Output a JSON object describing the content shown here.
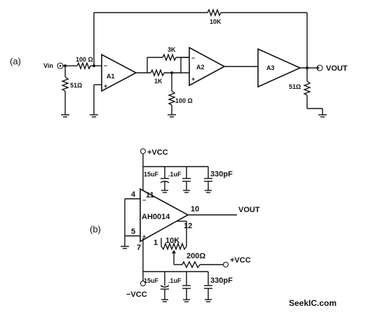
{
  "diagram_a": {
    "label": "(a)",
    "input_label": "Vin",
    "output_label": "VOUT",
    "amplifiers": [
      "A1",
      "A2",
      "A3"
    ],
    "resistors": {
      "input": "100 Ω",
      "input_shunt": "51Ω",
      "feedback_outer": "10K",
      "feedback_inner": "3K",
      "interstage": "1K",
      "interstage_shunt": "100 Ω",
      "output_shunt": "51Ω"
    }
  },
  "diagram_b": {
    "label": "(b)",
    "chip_label": "AH0014",
    "vcc_pos": "+VCC",
    "vcc_neg": "−VCC",
    "output_label": "VOUT",
    "adj_supply": "+VCC",
    "pins": [
      "11",
      "4",
      "5",
      "7",
      "10",
      "12",
      "1"
    ],
    "caps_top": [
      "15uF",
      ".1uF",
      "330pF"
    ],
    "caps_bottom": [
      "15uF",
      ".1uF",
      "330pF"
    ],
    "pot": "10K",
    "resistor": "200Ω"
  },
  "watermark": "SeekIC.com"
}
